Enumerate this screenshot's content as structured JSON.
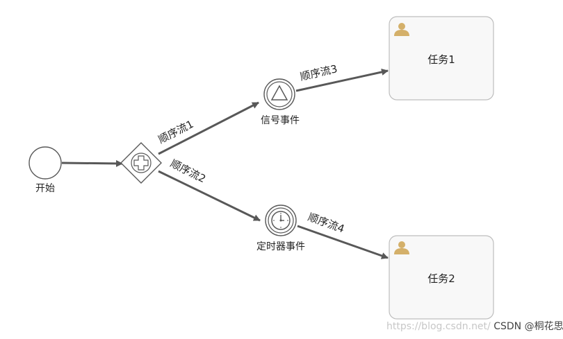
{
  "diagram": {
    "start_event": {
      "label": "开始"
    },
    "gateway": {
      "type": "parallel"
    },
    "signal_event": {
      "label": "信号事件"
    },
    "timer_event": {
      "label": "定时器事件"
    },
    "tasks": [
      {
        "label": "任务1"
      },
      {
        "label": "任务2"
      }
    ],
    "flows": [
      {
        "label": "顺序流1"
      },
      {
        "label": "顺序流2"
      },
      {
        "label": "顺序流3"
      },
      {
        "label": "顺序流4"
      }
    ],
    "colors": {
      "line": "#585858",
      "task_fill": "#f8f8f8",
      "task_border": "#bdbdbd",
      "user_icon": "#d4b06a"
    }
  },
  "watermark": {
    "url": "https://blog.csdn.net/",
    "text": "CSDN @桐花思雨"
  }
}
